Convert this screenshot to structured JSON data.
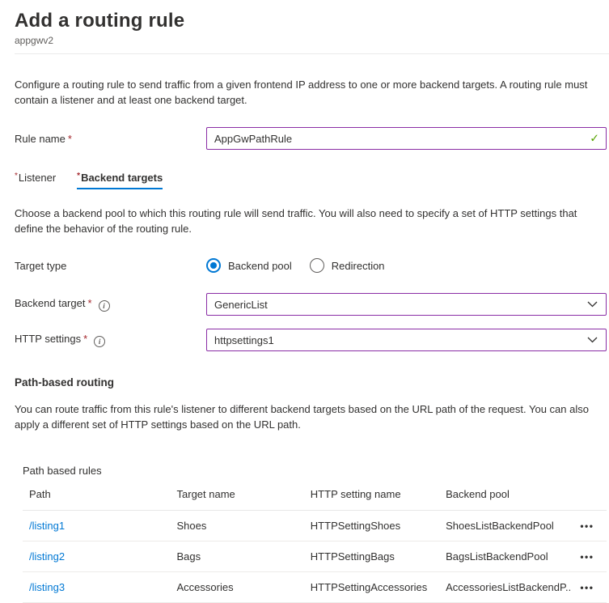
{
  "page": {
    "title": "Add a routing rule",
    "subtitle": "appgwv2",
    "intro": "Configure a routing rule to send traffic from a given frontend IP address to one or more backend targets. A routing rule must contain a listener and at least one backend target."
  },
  "rule_name": {
    "label": "Rule name",
    "required_mark": "*",
    "value": "AppGwPathRule",
    "valid_icon_glyph": "✓"
  },
  "tabs": [
    {
      "label": "Listener",
      "required_mark": "*",
      "active": false
    },
    {
      "label": "Backend targets",
      "required_mark": "*",
      "active": true
    }
  ],
  "backend_section": {
    "description": "Choose a backend pool to which this routing rule will send traffic. You will also need to specify a set of HTTP settings that define the behavior of the routing rule.",
    "target_type": {
      "label": "Target type",
      "options": [
        {
          "label": "Backend pool",
          "selected": true
        },
        {
          "label": "Redirection",
          "selected": false
        }
      ]
    },
    "backend_target": {
      "label": "Backend target",
      "required_mark": "*",
      "info_icon_glyph": "i",
      "value": "GenericList"
    },
    "http_settings": {
      "label": "HTTP settings",
      "required_mark": "*",
      "info_icon_glyph": "i",
      "value": "httpsettings1"
    }
  },
  "path_based_routing": {
    "heading": "Path-based routing",
    "description": "You can route traffic from this rule's listener to different backend targets based on the URL path of the request. You can also apply a different set of HTTP settings based on the URL path.",
    "table_label": "Path based rules",
    "columns": [
      "Path",
      "Target name",
      "HTTP setting name",
      "Backend pool"
    ],
    "more_button_glyph": "•••",
    "rows": [
      {
        "path": "/listing1",
        "target_name": "Shoes",
        "http_setting_name": "HTTPSettingShoes",
        "backend_pool": "ShoesListBackendPool"
      },
      {
        "path": "/listing2",
        "target_name": "Bags",
        "http_setting_name": "HTTPSettingBags",
        "backend_pool": "BagsListBackendPool"
      },
      {
        "path": "/listing3",
        "target_name": "Accessories",
        "http_setting_name": "HTTPSettingAccessories",
        "backend_pool": "AccessoriesListBackendP..."
      }
    ]
  },
  "colors": {
    "accent_blue": "#0078d4",
    "dirty_field_purple": "#8a2da5",
    "valid_green": "#57a300",
    "required_red": "#a4262c",
    "text": "#323130",
    "muted_text": "#605e5c",
    "divider": "#edebe9"
  }
}
